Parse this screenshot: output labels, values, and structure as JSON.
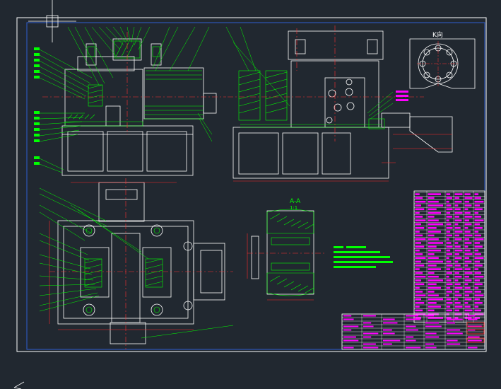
{
  "drawing": {
    "view_kview_label": "K向",
    "section_title": "A-A",
    "section_scale": "1:1",
    "title_block": {
      "rows": 10,
      "cols": 6
    }
  },
  "colors": {
    "background": "#212830",
    "frame": "#ffffff",
    "border": "#2f5ecf",
    "geometry": "#ffffff",
    "leader": "#00ff00",
    "hatch": "#00ff00",
    "center": "#ff3030",
    "tables": "#ff00ff",
    "dim": "#ff2a2a"
  },
  "icons": {
    "crosshair": "cad-crosshair-icon",
    "ucs": "ucs-icon"
  }
}
